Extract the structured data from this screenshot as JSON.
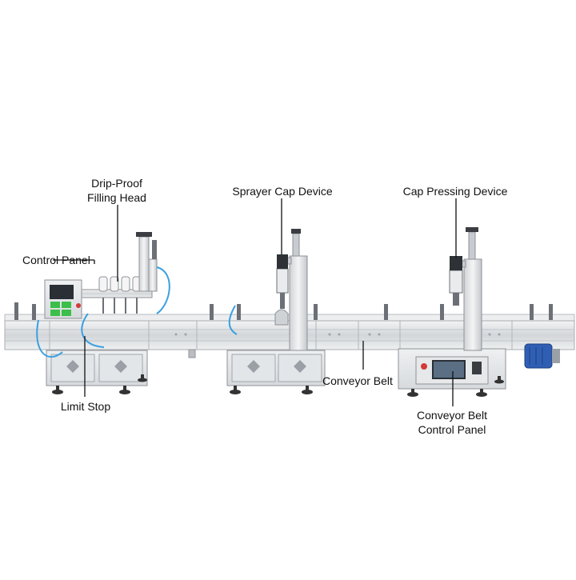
{
  "labels": {
    "drip_proof_line1": "Drip-Proof",
    "drip_proof_line2": "Filling Head",
    "control_panel": "Control Panel",
    "sprayer_cap_device": "Sprayer Cap Device",
    "cap_pressing_device": "Cap Pressing Device",
    "conveyor_belt": "Conveyor Belt",
    "limit_stop": "Limit Stop",
    "conveyor_control_line1": "Conveyor Belt",
    "conveyor_control_line2": "Control Panel"
  },
  "colors": {
    "steel_light": "#e6e8ea",
    "steel_mid": "#c9ccd0",
    "steel_dark": "#8e9297",
    "rail": "#d9dcdf",
    "hose_blue": "#3aa0e0",
    "screen": "#2a2f36",
    "panel_green": "#3bbf4a",
    "motor_blue": "#2f5fb3",
    "foot": "#333333",
    "callout": "#111111"
  }
}
